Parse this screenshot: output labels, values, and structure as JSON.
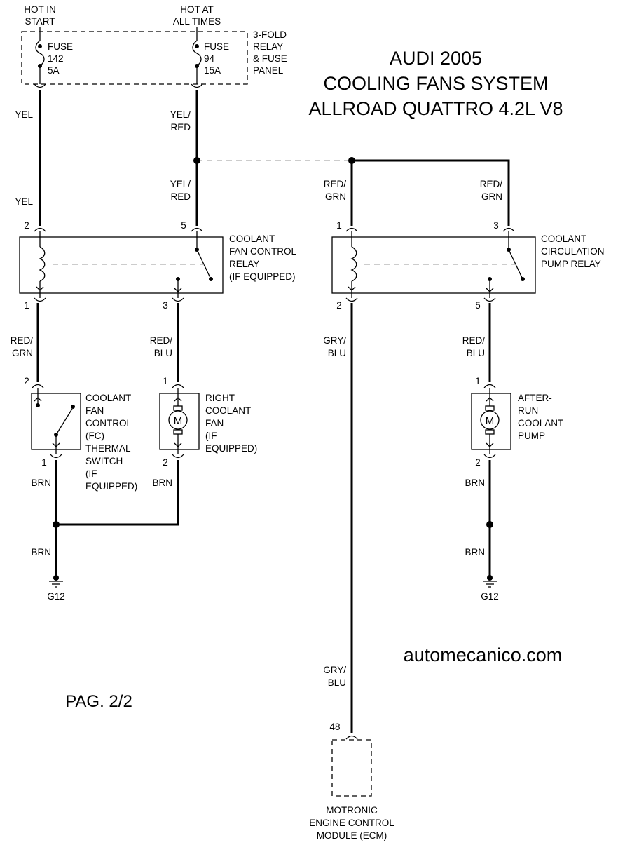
{
  "title": {
    "line1": "AUDI 2005",
    "line2": "COOLING FANS SYSTEM",
    "line3": "ALLROAD QUATTRO 4.2L V8"
  },
  "page_number": "PAG. 2/2",
  "watermark": "automecanico.com",
  "power": {
    "hot_in_start": [
      "HOT IN",
      "START"
    ],
    "hot_at_all_times": [
      "HOT AT",
      "ALL TIMES"
    ]
  },
  "fuse_panel": {
    "label": [
      "3-FOLD",
      "RELAY",
      "& FUSE",
      "PANEL"
    ],
    "fuse_142": [
      "FUSE",
      "142",
      "5A"
    ],
    "fuse_94": [
      "FUSE",
      "94",
      "15A"
    ]
  },
  "wires": {
    "yel_top": "YEL",
    "yel_bottom": "YEL",
    "yel_red_top": [
      "YEL/",
      "RED"
    ],
    "yel_red_mid": [
      "YEL/",
      "RED"
    ],
    "red_grn_pump_relay_1": [
      "RED/",
      "GRN"
    ],
    "red_grn_pump_relay_3": [
      "RED/",
      "GRN"
    ],
    "red_grn_fan_relay_1": [
      "RED/",
      "GRN"
    ],
    "red_blu_fan_relay_3": [
      "RED/",
      "BLU"
    ],
    "gry_blu_upper": [
      "GRY/",
      "BLU"
    ],
    "red_blu_pump": [
      "RED/",
      "BLU"
    ],
    "brn_switch": "BRN",
    "brn_fan": "BRN",
    "brn_ground_left": "BRN",
    "brn_pump": "BRN",
    "brn_ground_right": "BRN",
    "gry_blu_lower": [
      "GRY/",
      "BLU"
    ]
  },
  "pins": {
    "fan_relay_2": "2",
    "fan_relay_5": "5",
    "pump_relay_1": "1",
    "pump_relay_3": "3",
    "fan_relay_1": "1",
    "fan_relay_3": "3",
    "pump_relay_2": "2",
    "pump_relay_5": "5",
    "switch_2": "2",
    "fan_1": "1",
    "pump_1": "1",
    "switch_1": "1",
    "fan_2": "2",
    "pump_2": "2",
    "ecm_48": "48"
  },
  "components": {
    "fan_control_relay": [
      "COOLANT",
      "FAN CONTROL",
      "RELAY",
      "(IF EQUIPPED)"
    ],
    "circulation_pump_relay": [
      "COOLANT",
      "CIRCULATION",
      "PUMP RELAY"
    ],
    "thermal_switch": [
      "COOLANT",
      "FAN",
      "CONTROL",
      "(FC)",
      "THERMAL",
      "SWITCH",
      "(IF",
      "EQUIPPED)"
    ],
    "right_coolant_fan": [
      "RIGHT",
      "COOLANT",
      "FAN",
      "(IF",
      "EQUIPPED)"
    ],
    "after_run_pump": [
      "AFTER-",
      "RUN",
      "COOLANT",
      "PUMP"
    ],
    "motor_symbol": "M",
    "ecm": [
      "MOTRONIC",
      "ENGINE CONTROL",
      "MODULE (ECM)"
    ]
  },
  "grounds": {
    "left": "G12",
    "right": "G12"
  }
}
